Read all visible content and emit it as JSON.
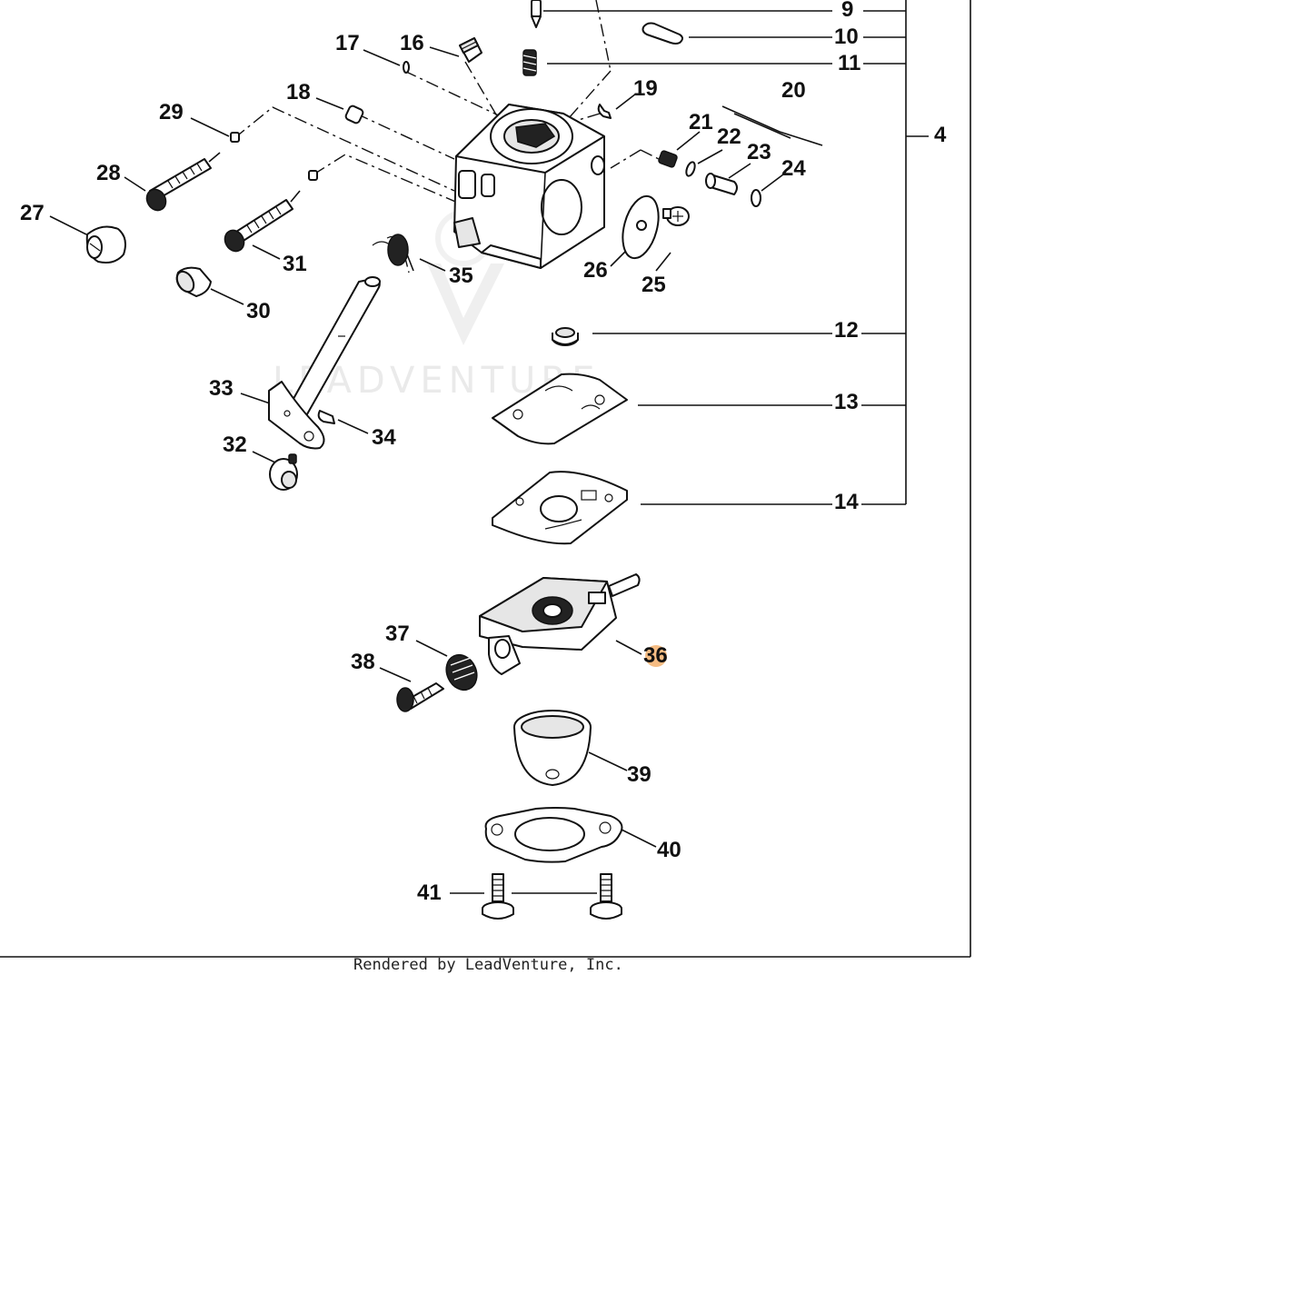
{
  "diagram": {
    "callouts": [
      "9",
      "10",
      "11",
      "4",
      "17",
      "16",
      "19",
      "20",
      "21",
      "22",
      "23",
      "24",
      "18",
      "29",
      "28",
      "27",
      "31",
      "30",
      "35",
      "26",
      "25",
      "12",
      "13",
      "14",
      "33",
      "34",
      "32",
      "36",
      "37",
      "38",
      "39",
      "40",
      "41"
    ],
    "highlighted_callout": "36",
    "highlight_color": "#f2a65a",
    "watermark": "LEADVENTURE",
    "footer": "Rendered by LeadVenture, Inc."
  }
}
